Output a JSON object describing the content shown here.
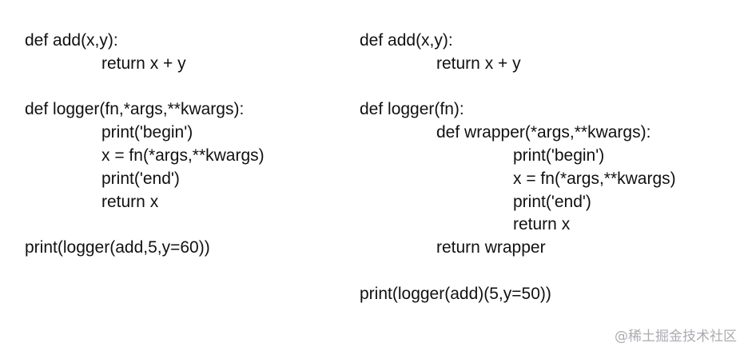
{
  "left_code": {
    "line_1": "def add(x,y):",
    "line_2": "return x + y",
    "line_3": "",
    "line_4": "def logger(fn,*args,**kwargs):",
    "line_5": "print('begin')",
    "line_6": "x = fn(*args,**kwargs)",
    "line_7": "print('end')",
    "line_8": "return x",
    "line_9": "",
    "line_10": "print(logger(add,5,y=60))"
  },
  "right_code": {
    "line_1": "def add(x,y):",
    "line_2": "return x + y",
    "line_3": "",
    "line_4": "def logger(fn):",
    "line_5": "def wrapper(*args,**kwargs):",
    "line_6": "print('begin')",
    "line_7": "x = fn(*args,**kwargs)",
    "line_8": "print('end')",
    "line_9": "return x",
    "line_10": "return wrapper",
    "line_11": "",
    "line_12": "print(logger(add)(5,y=50))"
  },
  "watermark": "@稀土掘金技术社区"
}
